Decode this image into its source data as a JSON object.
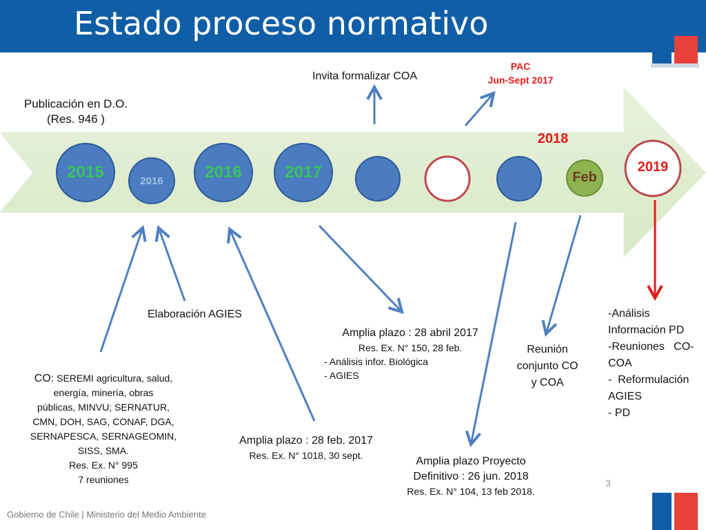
{
  "header": {
    "title": "Estado proceso normativo"
  },
  "timeline": {
    "circles": [
      {
        "label": "2015"
      },
      {
        "label": "2016"
      },
      {
        "label": "2016"
      },
      {
        "label": "2017"
      },
      {
        "label": ""
      },
      {
        "label": ""
      },
      {
        "label": ""
      },
      {
        "label": "Feb"
      },
      {
        "label": "2019"
      }
    ],
    "year_2018": "2018"
  },
  "annotations": {
    "publicacion": {
      "line1": "Publicación en D.O.",
      "line2": "(Res. 946 )"
    },
    "invita": "Invita formalizar COA",
    "pac": {
      "line1": "PAC",
      "line2": "Jun-Sept 2017"
    },
    "elaboracion": "Elaboración AGIES",
    "co": {
      "prefix": "CO:",
      "line1": "SEREMI agricultura, salud,",
      "line2": "energía, minería, obras",
      "line3": "públicas, MINVU; SERNATUR,",
      "line4": "CMN, DOH, SAG, CONAF, DGA,",
      "line5": "SERNAPESCA, SERNAGEOMIN,",
      "line6": "SISS, SMA.",
      "line7": "Res. Ex. N° 995",
      "line8": "7 reuniones"
    },
    "amplia_feb2017": {
      "line1": "Amplia plazo : 28 feb. 2017",
      "line2": "Res. Ex. N° 1018, 30 sept."
    },
    "amplia_abr2017": {
      "line1": "Amplia plazo : 28 abril 2017",
      "line2": "Res. Ex. N° 150, 28 feb.",
      "bullet1": "-   Análisis infor. Biológica",
      "bullet2": "-       AGIES"
    },
    "amplia_proyecto": {
      "line1": "Amplia plazo Proyecto",
      "line2": "Definitivo : 26 jun. 2018",
      "line3": "Res. Ex. N° 104, 13 feb 2018."
    },
    "reunion": {
      "line1": "Reunión",
      "line2": "conjunto CO",
      "line3": "y COA"
    },
    "analisis": {
      "line1": "-Análisis",
      "line2": "Información PD",
      "line3": "-Reuniones   CO-",
      "line4": "COA",
      "line5": "-  Reformulación",
      "line6": "AGIES",
      "line7": "- PD"
    }
  },
  "footer": {
    "text": "Gobierno de Chile | Ministerio del Medio Ambiente",
    "page": "3"
  }
}
